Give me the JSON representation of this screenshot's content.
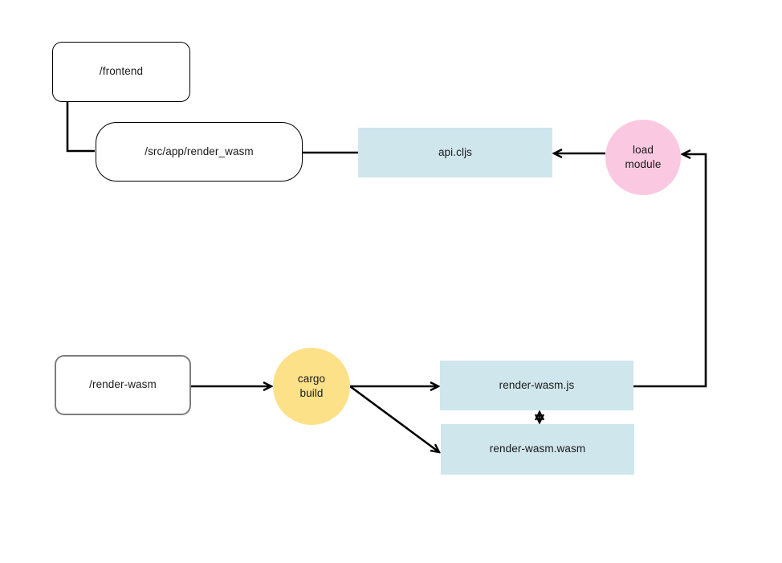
{
  "diagram": {
    "background": "#ffffff",
    "line_color": "#000000",
    "text_color": "#1a1a1a",
    "nodes": {
      "frontend": {
        "label": "/frontend",
        "fill": "#ffffff",
        "border": "#000000",
        "shape": "rounded-rect"
      },
      "src_app_render_wasm": {
        "label": "/src/app/render_wasm",
        "fill": "#ffffff",
        "border": "#000000",
        "shape": "rounded-rect"
      },
      "api_cljs": {
        "label": "api.cljs",
        "fill": "#cfe6ec",
        "shape": "rect"
      },
      "load_module": {
        "label": "load module",
        "fill": "#fac9e1",
        "shape": "circle"
      },
      "render_wasm": {
        "label": "/render-wasm",
        "fill": "#ffffff",
        "border": "#7d7d7d",
        "shape": "rounded-rect"
      },
      "cargo_build": {
        "label": "cargo build",
        "fill": "#fce189",
        "shape": "circle"
      },
      "render_wasm_js": {
        "label": "render-wasm.js",
        "fill": "#cfe6ec",
        "shape": "rect"
      },
      "render_wasm_wasm": {
        "label": "render-wasm.wasm",
        "fill": "#cfe6ec",
        "shape": "rect"
      }
    },
    "edges": [
      {
        "from": "frontend",
        "to": "src_app_render_wasm",
        "arrow": "none",
        "style": "elbow"
      },
      {
        "from": "src_app_render_wasm",
        "to": "api_cljs",
        "arrow": "none",
        "style": "straight"
      },
      {
        "from": "load_module",
        "to": "api_cljs",
        "arrow": "end",
        "style": "straight"
      },
      {
        "from": "render_wasm_js",
        "to": "load_module",
        "arrow": "end",
        "style": "elbow"
      },
      {
        "from": "render_wasm",
        "to": "cargo_build",
        "arrow": "end",
        "style": "straight"
      },
      {
        "from": "cargo_build",
        "to": "render_wasm_js",
        "arrow": "end",
        "style": "straight"
      },
      {
        "from": "cargo_build",
        "to": "render_wasm_wasm",
        "arrow": "end",
        "style": "diagonal"
      },
      {
        "from": "render_wasm_js",
        "to": "render_wasm_wasm",
        "arrow": "both",
        "style": "straight"
      }
    ]
  }
}
